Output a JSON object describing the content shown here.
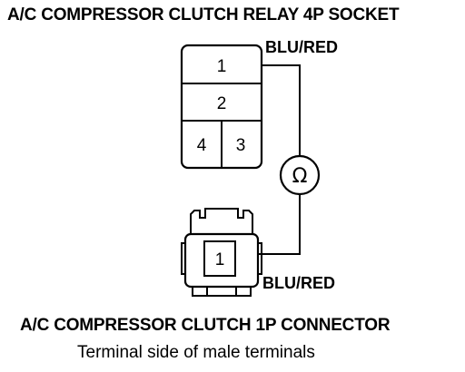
{
  "header": {
    "title": "A/C COMPRESSOR CLUTCH RELAY 4P SOCKET"
  },
  "relay_socket": {
    "terminals": [
      "1",
      "2",
      "4",
      "3"
    ],
    "wire_label": "BLU/RED"
  },
  "meter": {
    "symbol": "Ω"
  },
  "connector_1p": {
    "terminal": "1",
    "wire_label": "BLU/RED",
    "title": "A/C COMPRESSOR CLUTCH 1P CONNECTOR",
    "subtitle": "Terminal side of male terminals"
  }
}
